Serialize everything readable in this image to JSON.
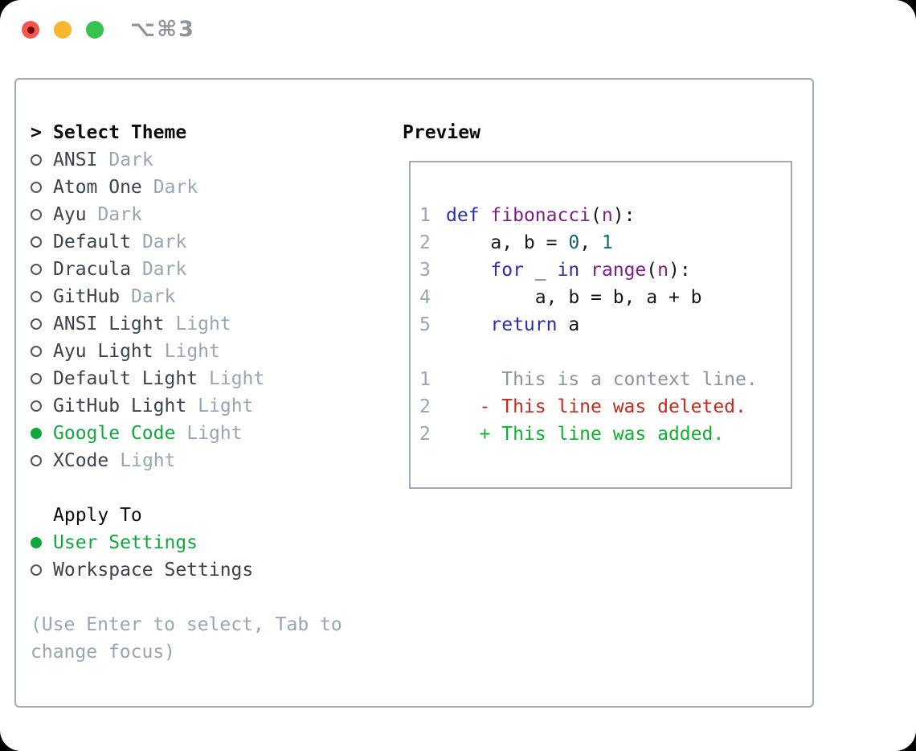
{
  "window": {
    "title": "⌥⌘3"
  },
  "theme_panel": {
    "prompt": ">",
    "header": "Select Theme",
    "themes": [
      {
        "name": "ANSI",
        "variant": "Dark",
        "selected": false
      },
      {
        "name": "Atom One",
        "variant": "Dark",
        "selected": false
      },
      {
        "name": "Ayu",
        "variant": "Dark",
        "selected": false
      },
      {
        "name": "Default",
        "variant": "Dark",
        "selected": false
      },
      {
        "name": "Dracula",
        "variant": "Dark",
        "selected": false
      },
      {
        "name": "GitHub",
        "variant": "Dark",
        "selected": false
      },
      {
        "name": "ANSI Light",
        "variant": "Light",
        "selected": false
      },
      {
        "name": "Ayu Light",
        "variant": "Light",
        "selected": false
      },
      {
        "name": "Default Light",
        "variant": "Light",
        "selected": false
      },
      {
        "name": "GitHub Light",
        "variant": "Light",
        "selected": false
      },
      {
        "name": "Google Code",
        "variant": "Light",
        "selected": true
      },
      {
        "name": "XCode",
        "variant": "Light",
        "selected": false
      }
    ],
    "apply_to": {
      "header": "Apply To",
      "options": [
        {
          "name": "User Settings",
          "selected": true
        },
        {
          "name": "Workspace Settings",
          "selected": false
        }
      ]
    },
    "help_lines": [
      "(Use Enter to select, Tab to",
      "change focus)"
    ]
  },
  "preview": {
    "header": "Preview",
    "lines": [
      {
        "num": "1",
        "segments": [
          {
            "text": "def",
            "style": "kwd"
          },
          {
            "text": " ",
            "style": "pln"
          },
          {
            "text": "fibonacci",
            "style": "typ"
          },
          {
            "text": "(",
            "style": "pln"
          },
          {
            "text": "n",
            "style": "typ"
          },
          {
            "text": "):",
            "style": "pln"
          }
        ]
      },
      {
        "num": "2",
        "segments": [
          {
            "text": "    a, b = ",
            "style": "pln"
          },
          {
            "text": "0",
            "style": "lit"
          },
          {
            "text": ", ",
            "style": "pln"
          },
          {
            "text": "1",
            "style": "lit"
          }
        ]
      },
      {
        "num": "3",
        "segments": [
          {
            "text": "    ",
            "style": "pln"
          },
          {
            "text": "for",
            "style": "kwd"
          },
          {
            "text": " _ ",
            "style": "pln"
          },
          {
            "text": "in",
            "style": "kwd"
          },
          {
            "text": " ",
            "style": "pln"
          },
          {
            "text": "range",
            "style": "typ"
          },
          {
            "text": "(",
            "style": "pln"
          },
          {
            "text": "n",
            "style": "typ"
          },
          {
            "text": "):",
            "style": "pln"
          }
        ]
      },
      {
        "num": "4",
        "segments": [
          {
            "text": "        a, b = b, a + b",
            "style": "pln"
          }
        ]
      },
      {
        "num": "5",
        "segments": [
          {
            "text": "    ",
            "style": "pln"
          },
          {
            "text": "return",
            "style": "kwd"
          },
          {
            "text": " a",
            "style": "pln"
          }
        ]
      },
      {
        "num": "",
        "segments": []
      },
      {
        "num": "1",
        "segments": [
          {
            "text": "     This is a context line.",
            "style": "ctx"
          }
        ]
      },
      {
        "num": "2",
        "segments": [
          {
            "text": "   ",
            "style": "pln"
          },
          {
            "text": "- This line was deleted.",
            "style": "del"
          }
        ]
      },
      {
        "num": "2",
        "segments": [
          {
            "text": "   ",
            "style": "pln"
          },
          {
            "text": "+ This line was added.",
            "style": "add"
          }
        ]
      }
    ]
  },
  "colors": {
    "accent": "#12a73c",
    "keyword": "#2b2fa8",
    "type": "#7d2083",
    "literal": "#0e6968",
    "plain": "#14171b",
    "context": "#8b939c",
    "deleted": "#c42b1c",
    "added": "#0fb22e",
    "line_number": "#9aa5b2",
    "muted": "#9aa5b2",
    "text_dark": "#3b424b",
    "header_text": "#0b0c0e",
    "radio_ring": "#51575f",
    "border": "#a2aab4",
    "title": "#8f949c",
    "traffic_red": "#f3564f",
    "traffic_red_dot": "#6b0d07",
    "traffic_yellow": "#f6b62e",
    "traffic_green": "#36c24e"
  }
}
